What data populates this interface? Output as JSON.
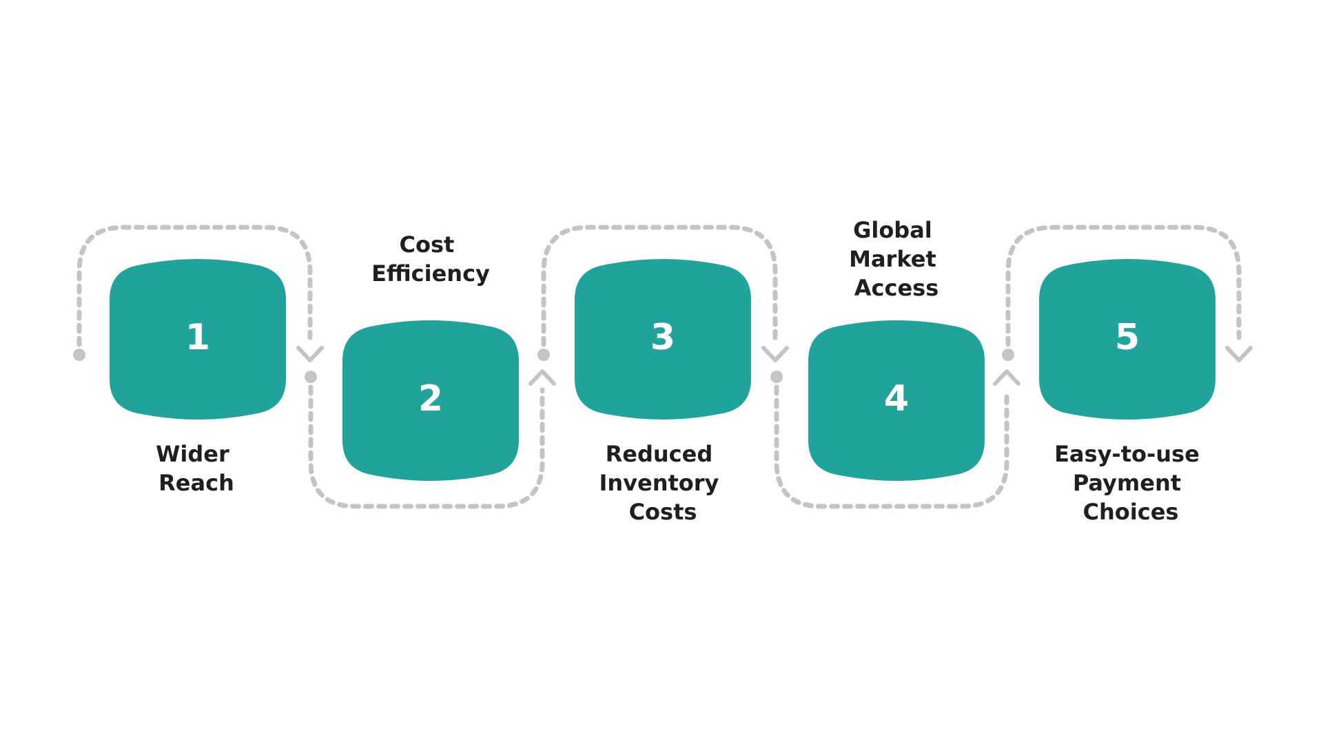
{
  "colors": {
    "box": "#21a39b",
    "connector": "#c4c4c4",
    "number_text": "#ffffff",
    "label_text": "#1f1f1f",
    "background": "#ffffff"
  },
  "steps": [
    {
      "number": "1",
      "label_lines": [
        "Wider",
        "Reach"
      ]
    },
    {
      "number": "2",
      "label_lines": [
        "Cost",
        "Efficiency"
      ]
    },
    {
      "number": "3",
      "label_lines": [
        "Reduced",
        "Inventory",
        "Costs"
      ]
    },
    {
      "number": "4",
      "label_lines": [
        "Global",
        "Market",
        "Access"
      ]
    },
    {
      "number": "5",
      "label_lines": [
        "Easy-to-use",
        "Payment",
        "Choices"
      ]
    }
  ]
}
